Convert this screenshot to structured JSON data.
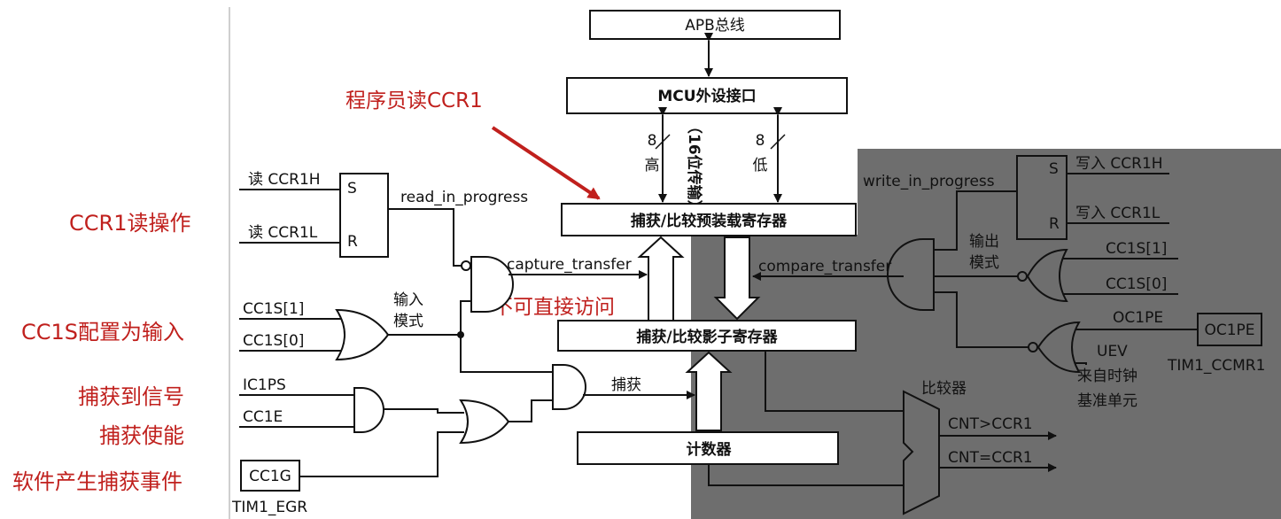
{
  "annotations": {
    "programmer_reads": "程序员读CCR1",
    "ccr1_read_op": "CCR1读操作",
    "cc1s_config": "CC1S配置为输入",
    "capture_signal": "捕获到信号",
    "capture_enable": "捕获使能",
    "software_capture": "软件产生捕获事件",
    "no_direct_access": "不可直接访问"
  },
  "blocks": {
    "apb_bus": "APB总线",
    "mcu_interface": "MCU外设接口",
    "preload_register": "捕获/比较预装载寄存器",
    "shadow_register": "捕获/比较影子寄存器",
    "counter": "计数器",
    "comparator": "比较器"
  },
  "bus": {
    "high_bits": "8",
    "high_label": "高",
    "transfer_16": "（16位传输）",
    "low_bits": "8",
    "low_label": "低"
  },
  "read_path": {
    "read_ccr1h": "读 CCR1H",
    "read_ccr1l": "读 CCR1L",
    "s": "S",
    "r": "R",
    "read_in_progress": "read_in_progress",
    "capture_transfer": "capture_transfer",
    "input_mode_1": "输入",
    "input_mode_2": "模式",
    "cc1s1": "CC1S[1]",
    "cc1s0": "CC1S[0]",
    "ic1ps": "IC1PS",
    "cc1e": "CC1E",
    "cc1g": "CC1G",
    "tim1_egr": "TIM1_EGR",
    "capture": "捕获"
  },
  "write_path": {
    "write_in_progress": "write_in_progress",
    "s": "S",
    "r": "R",
    "write_ccr1h": "写入 CCR1H",
    "write_ccr1l": "写入 CCR1L",
    "output_mode_1": "输出",
    "output_mode_2": "模式",
    "cc1s1": "CC1S[1]",
    "cc1s0": "CC1S[0]",
    "compare_transfer": "compare_transfer",
    "oc1pe_label": "OC1PE",
    "oc1pe_box": "OC1PE",
    "uev": "UEV",
    "from_clock_1": "来自时钟",
    "from_clock_2": "基准单元",
    "tim1_ccmr1": "TIM1_CCMR1",
    "cnt_gt": "CNT>CCR1",
    "cnt_eq": "CNT=CCR1"
  },
  "colors": {
    "annotation_red": "#c0201d",
    "gray_panel": "#6e6e6e",
    "line": "#111111"
  }
}
